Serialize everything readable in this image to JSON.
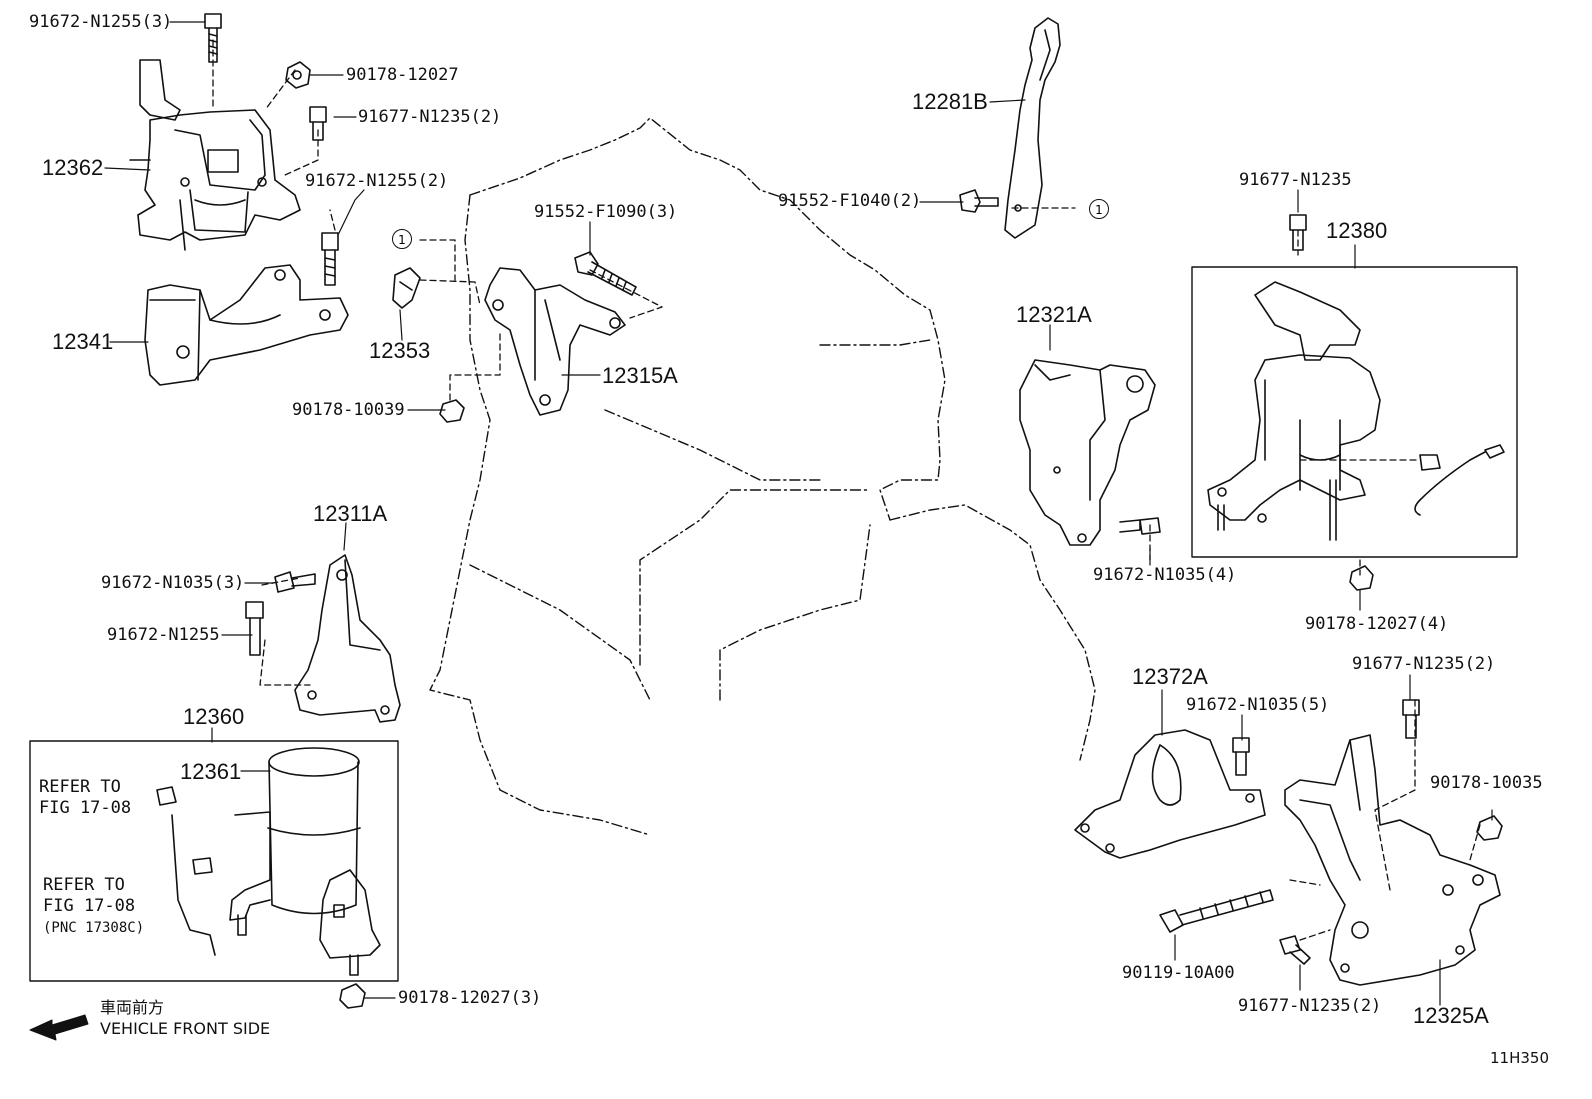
{
  "labels": {
    "l01": "91672-N1255(3)",
    "l02": "90178-12027",
    "l03": "91677-N1235(2)",
    "l04": "12362",
    "l05": "91672-N1255(2)",
    "l06": "12341",
    "l07": "12353",
    "l08": "91552-F1090(3)",
    "l09": "12315A",
    "l10": "90178-10039",
    "l11": "12281B",
    "l12": "91552-F1040(2)",
    "l13": "91677-N1235",
    "l14": "12380",
    "l15": "12321A",
    "l16": "91672-N1035(4)",
    "l17": "90178-12027(4)",
    "l18": "12311A",
    "l19": "91672-N1035(3)",
    "l20": "91672-N1255",
    "l21": "12360",
    "l22": "12361",
    "l23": "REFER TO",
    "l24": "FIG 17-08",
    "l25": "REFER TO",
    "l26": "FIG 17-08",
    "l27": "(PNC 17308C)",
    "l28": "90178-12027(3)",
    "l29": "12372A",
    "l30": "91672-N1035(5)",
    "l31": "91677-N1235(2)",
    "l32": "90178-10035",
    "l33": "90119-10A00",
    "l34": "91677-N1235(2)",
    "l35": "12325A"
  },
  "callout_marker": "1",
  "legend": {
    "jp": "車両前方",
    "en": "VEHICLE FRONT SIDE"
  },
  "figure_code": "11H350"
}
